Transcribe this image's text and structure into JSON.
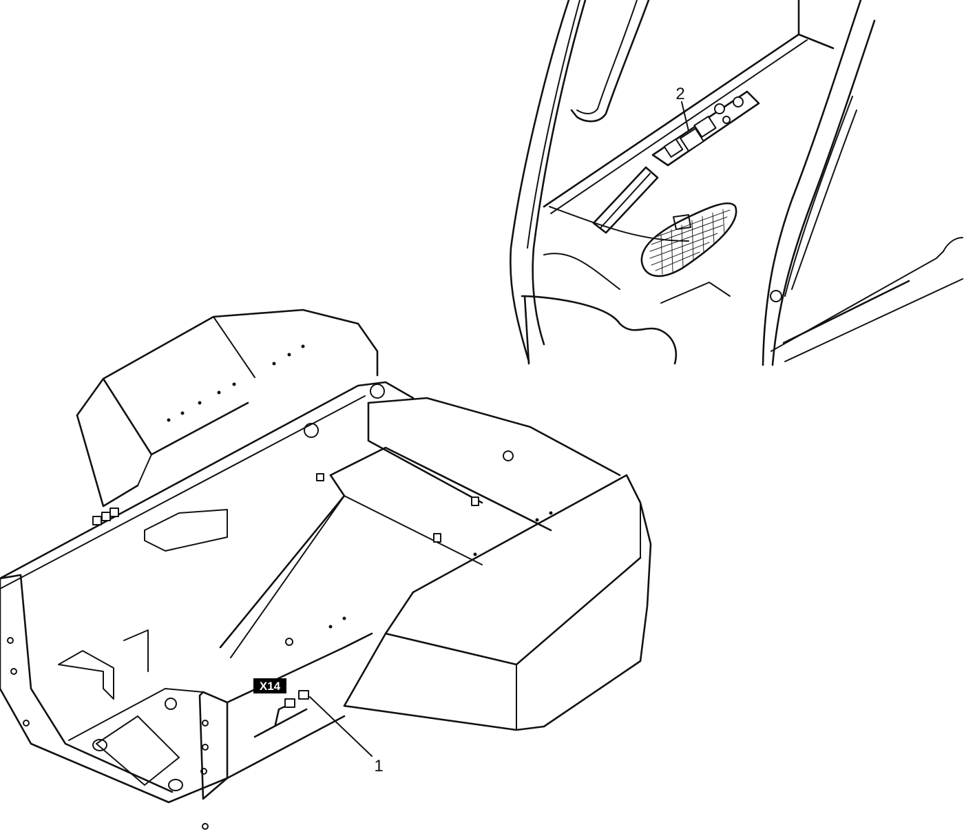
{
  "figure": {
    "callouts": [
      {
        "id": "1",
        "label": "1"
      },
      {
        "id": "2",
        "label": "2"
      }
    ],
    "connector_tag": "X14",
    "colors": {
      "line": "#111111",
      "tag_background": "#000000",
      "tag_text": "#ffffff",
      "background": "#ffffff"
    }
  }
}
